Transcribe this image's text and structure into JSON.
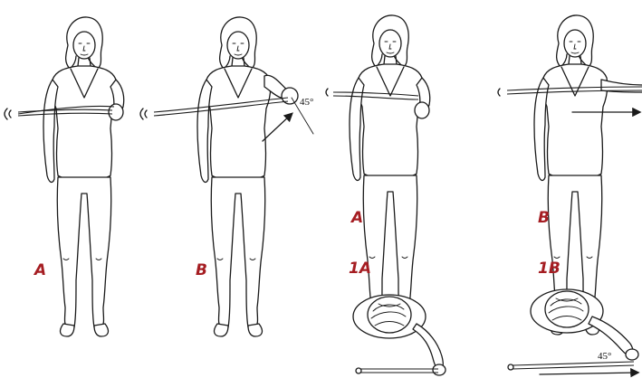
{
  "labels": {
    "fig1_a": "A",
    "fig1_b": "B",
    "fig2_a": "A",
    "fig2_b": "B",
    "fig2_1a": "1A",
    "fig2_1b": "1B"
  },
  "angles": {
    "front_b": "45°",
    "top_1b": "45°"
  },
  "colors": {
    "label": "#a51d22",
    "line": "#1a1a1a",
    "background": "#ffffff"
  },
  "icons": {
    "figure": "standing-woman-figure",
    "top_view": "overhead-view-figure",
    "band": "resistance-band",
    "arrow": "motion-arrow"
  }
}
